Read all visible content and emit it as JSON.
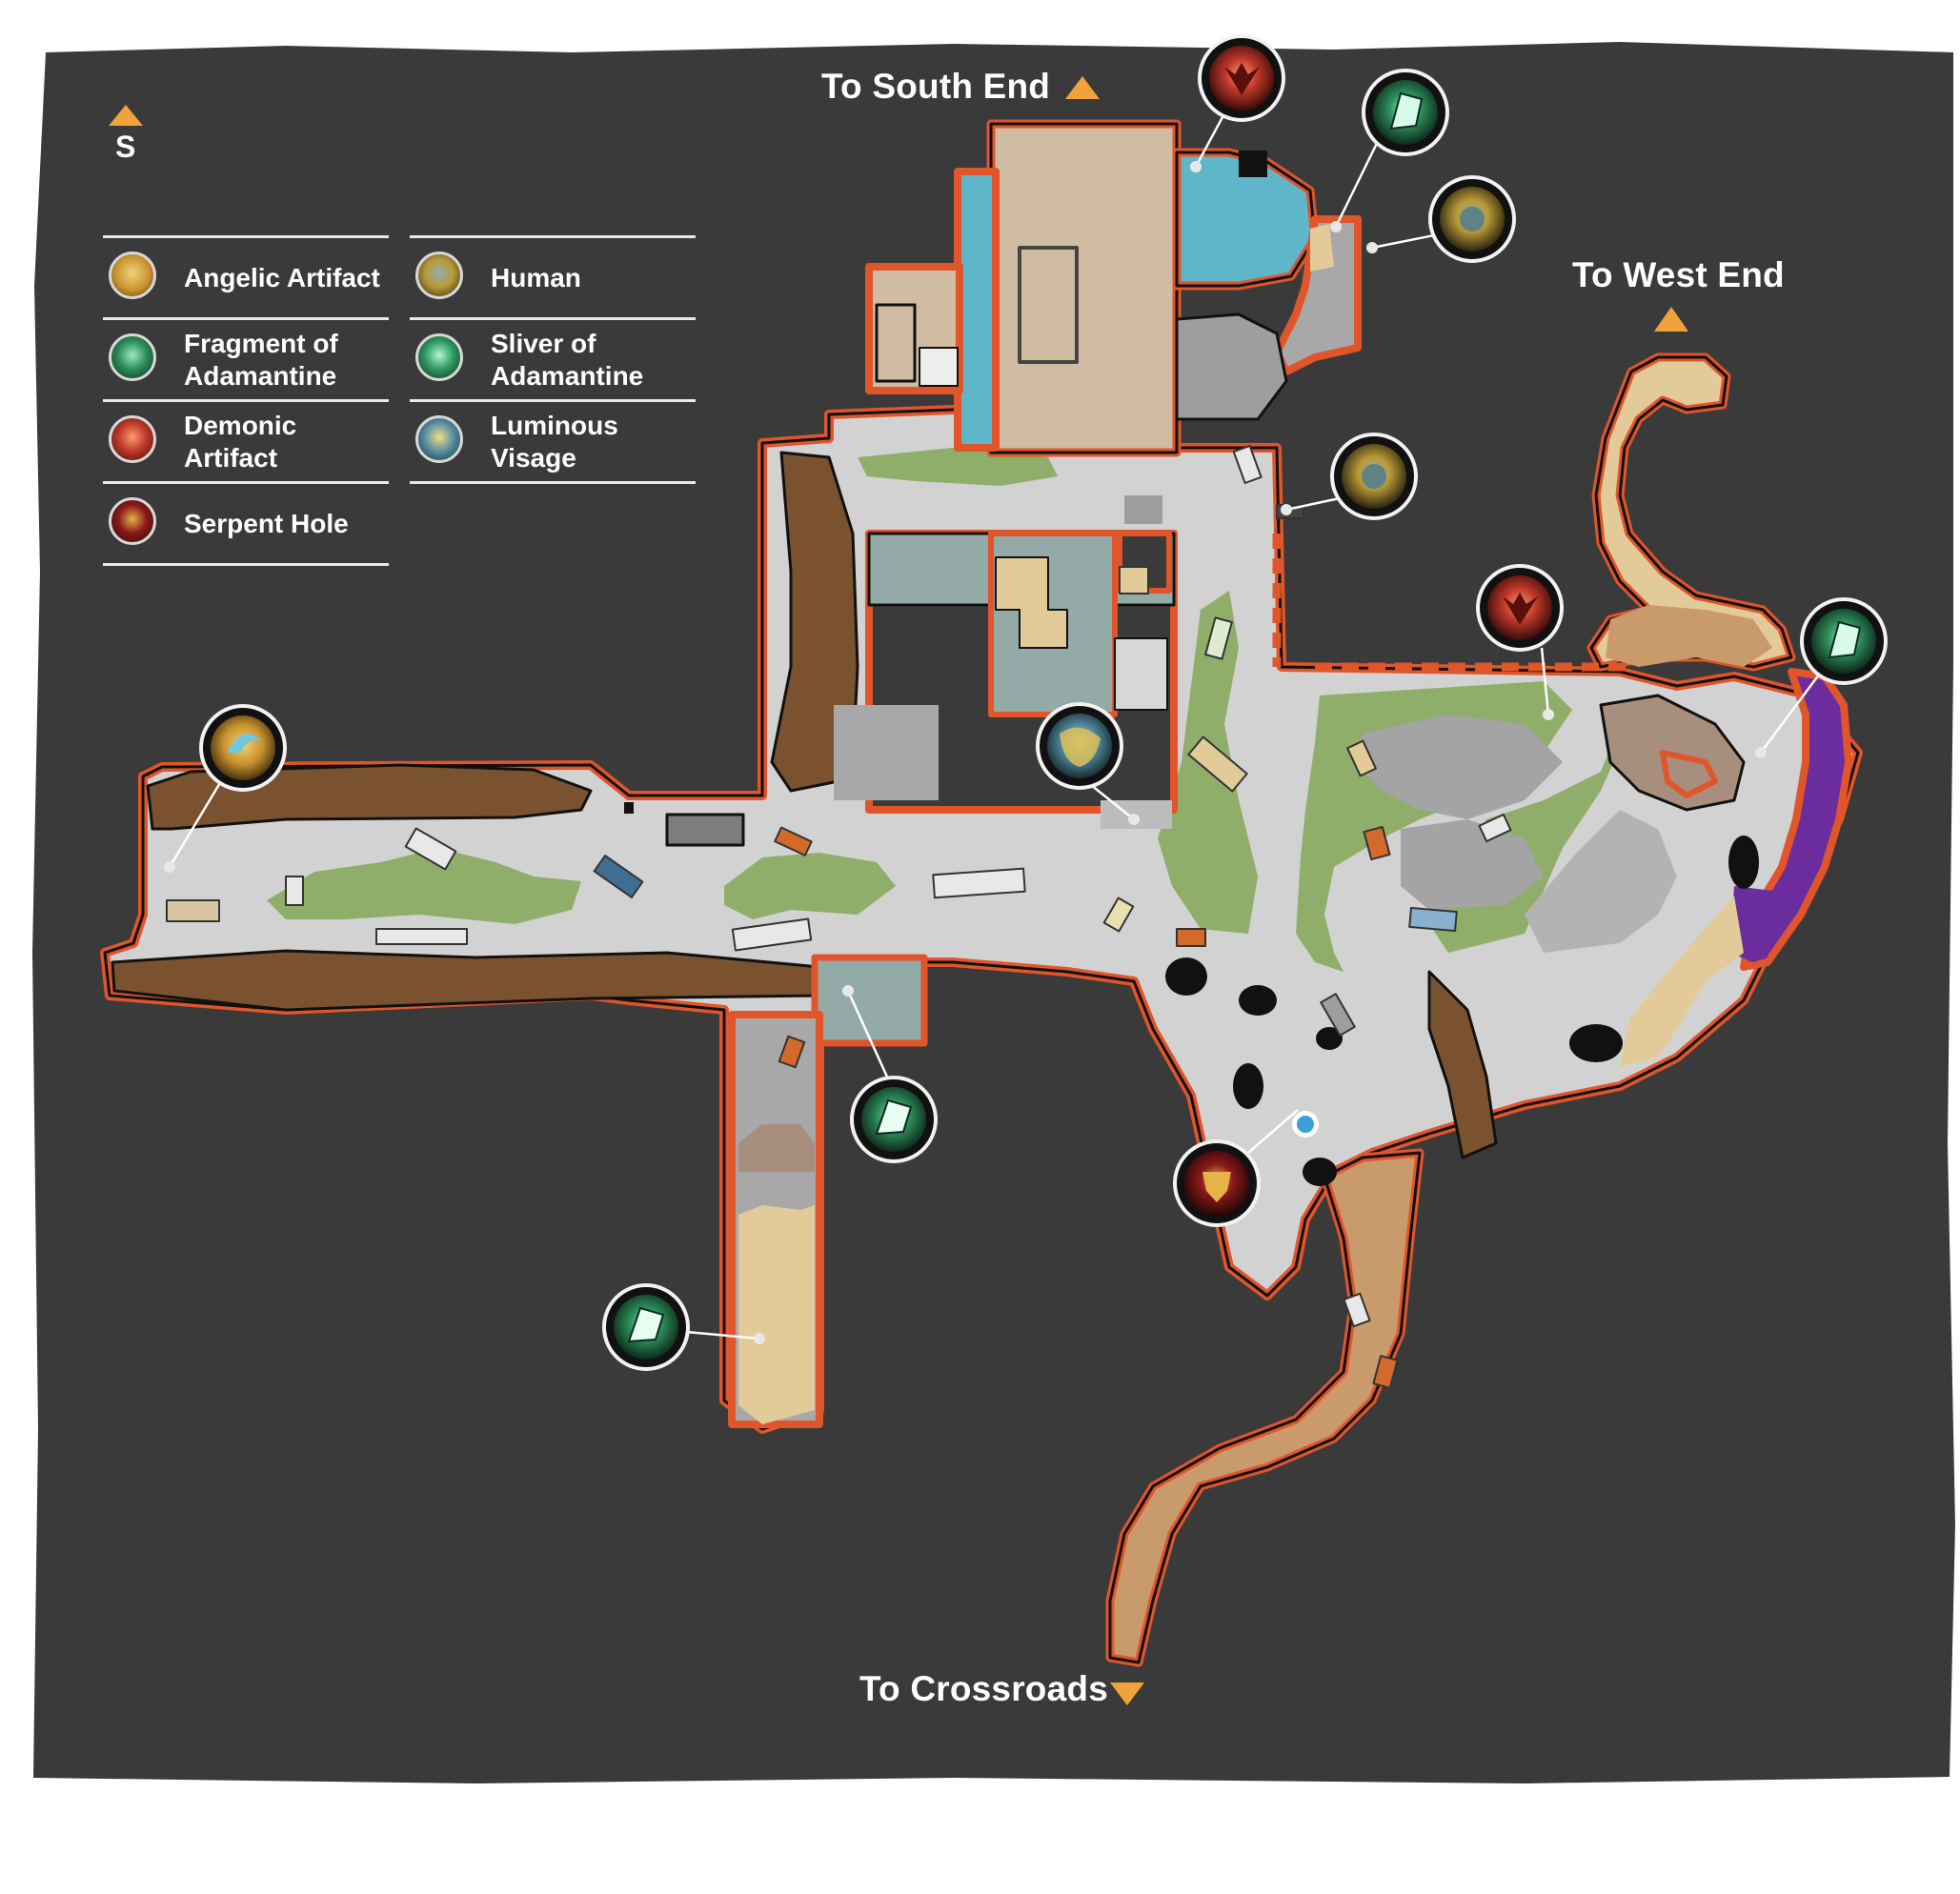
{
  "map": {
    "compass": {
      "letter": "S"
    },
    "nav_labels": {
      "south_end": "To South End",
      "west_end": "To West End",
      "crossroads": "To Crossroads"
    },
    "legend": {
      "left": [
        {
          "label": "Angelic Artifact",
          "icon": "angelic-artifact-icon",
          "color": "#d9a63a"
        },
        {
          "label": "Fragment of Adamantine",
          "icon": "fragment-adamantine-icon",
          "color": "#3fae6e"
        },
        {
          "label": "Demonic Artifact",
          "icon": "demonic-artifact-icon",
          "color": "#c0392b"
        },
        {
          "label": "Serpent Hole",
          "icon": "serpent-hole-icon",
          "color": "#8b1a1a"
        }
      ],
      "right": [
        {
          "label": "Human",
          "icon": "human-icon",
          "color": "#b9a040"
        },
        {
          "label": "Sliver of Adamantine",
          "icon": "sliver-adamantine-icon",
          "color": "#2f9c62"
        },
        {
          "label": "Luminous Visage",
          "icon": "luminous-visage-icon",
          "color": "#c9b34a"
        }
      ]
    },
    "colors": {
      "background": "#3a3a3a",
      "outline": "#e0552a",
      "road": "#d2d2d2",
      "grass": "#8fae6a",
      "dirt": "#7a5230",
      "sand": "#e2cb98",
      "path": "#c99a6c",
      "water": "#5fb6c9",
      "building": "#d0bca3",
      "teal_building": "#93aaa6",
      "purple": "#6b2d9e",
      "rock": "#9e9e9e"
    }
  }
}
